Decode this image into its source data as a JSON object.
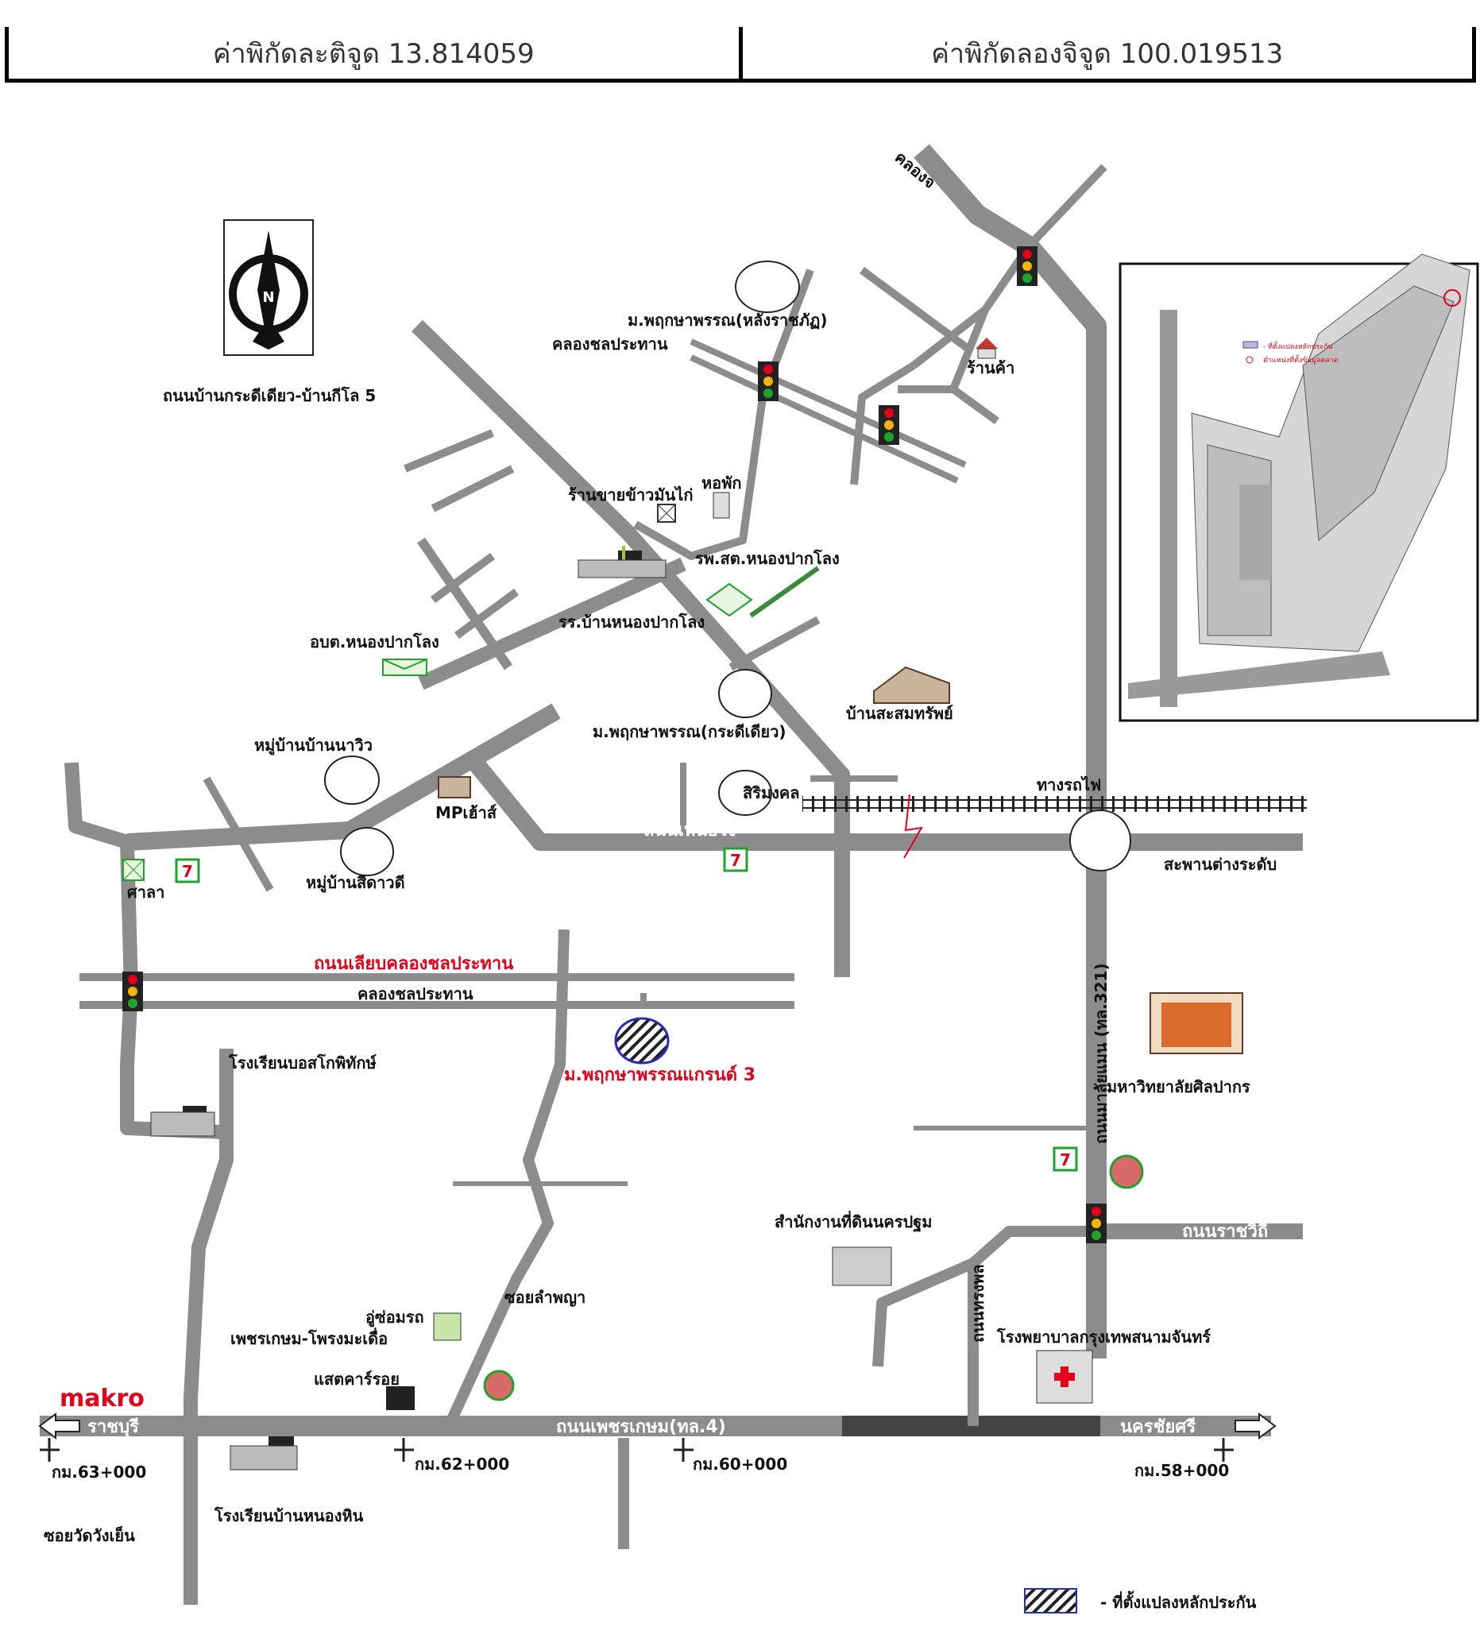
{
  "header": {
    "latitude": "ค่าพิกัดละติจูด 13.814059",
    "longitude": "ค่าพิกัดลองจิจูด 100.019513"
  },
  "map": {
    "north_letter": "N",
    "places": {
      "klong": "คลองจ",
      "pruksa_lang": "ม.พฤกษาพรรณ(หลังราชภัฏ)",
      "canal_top": "คลองชลประทาน",
      "road_bankrasiap": "ถนนบ้านกระดีเดียว-บ้านกีโล 5",
      "shop": "ร้านค้า",
      "dorm": "หอพัก",
      "rice_shop": "ร้านขายข้าวมันไก่",
      "hospital_local": "รพ.สต.หนองปากโลง",
      "obt": "อบต.หนองปากโลง",
      "school_nongpaklong": "รร.บ้านหนองปากโลง",
      "museum": "บ้านสะสมทรัพย์",
      "pruksa_kradi": "ม.พฤกษาพรรณ(กระดีเดียว)",
      "village_nawiw": "หมู่บ้านบ้านนาวิว",
      "mp_house": "MPเฮ้าส์",
      "sirimonkol": "สิริมงคล",
      "railway": "ทางรถไฟ",
      "road_nuea": "ถนนเหนือวัง",
      "overpass": "สะพานต่างระดับ",
      "sala": "ศาลา",
      "village_sitawee": "หมู่บ้านสีดาวดี",
      "canal_road": "ถนนเลียบคลองชลประทาน",
      "canal_bottom": "คลองชลประทาน",
      "school_boscot": "โรงเรียนบอสโกพิทักษ์",
      "target_village": "ม.พฤกษาพรรณแกรนด์ 3",
      "road_321": "ถนนมาลัยแมน (ทล.321)",
      "silpakorn": "มหาวิทยาลัยศิลปากร",
      "land_office": "สำนักงานที่ดินนครปฐม",
      "road_rachavithi": "ถนนราชวิถี",
      "soi_lampraya": "ซอยลำพญา",
      "garage": "อู่ซ่อมรถ",
      "road_pet_pong": "เพชรเกษม-โพรงมะเดื่อ",
      "factory": "แสตคาร์รอย",
      "makro": "makro",
      "ratchaburi": "ราชบุรี",
      "road_phetkasem": "ถนนเพชรเกษม(ทล.4)",
      "nakhonchaisri": "นครชัยศรี",
      "road_songphon": "ถนนทรงพล",
      "hospital_bangkok": "โรงพยาบาลกรุงเทพสนามจันทร์",
      "km63": "กม.63+000",
      "km62": "กม.62+000",
      "km60": "กม.60+000",
      "km58": "กม.58+000",
      "soi_wat": "ซอยวัดวังเย็น",
      "school_nonghin": "โรงเรียนบ้านหนองหิน"
    },
    "legend": "- ที่ตั้งแปลงหลักประกัน",
    "inset_legend": [
      "- ที่ตั้งแปลงหลักประกัน",
      "ตำแหน่งที่ตั้งข้อมูลตลาด"
    ],
    "colors": {
      "road": "#8c8c8c",
      "red_label": "#e2001a",
      "target_hatch": "#2b2bb8"
    }
  }
}
